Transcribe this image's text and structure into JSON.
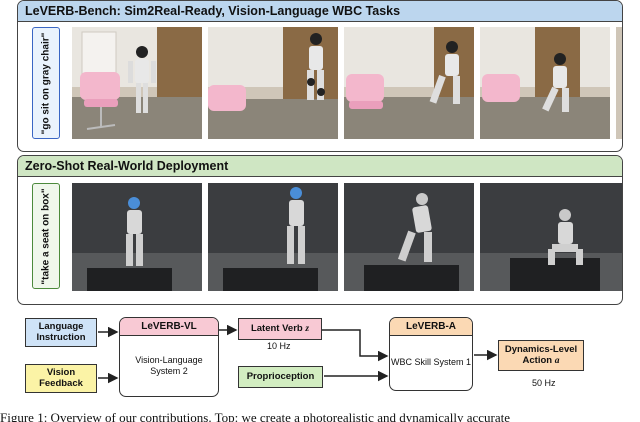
{
  "top_panel": {
    "title": "LeVERB-Bench: Sim2Real-Ready, Vision-Language WBC Tasks",
    "prompt": "\"go sit on gray chair\"",
    "frame_count": 5
  },
  "bottom_panel": {
    "title": "Zero-Shot Real-World Deployment",
    "prompt": "\"take a seat on box\"",
    "frame_count": 4
  },
  "diagram": {
    "language_instruction": "Language Instruction",
    "vision_feedback": "Vision Feedback",
    "leverb_vl_title": "LeVERB-VL",
    "leverb_vl_body": "Vision-Language System 2",
    "latent_verb": "Latent Verb",
    "latent_verb_symbol": "z",
    "freq_vl": "10 Hz",
    "proprioception": "Proprioception",
    "leverb_a_title": "LeVERB-A",
    "leverb_a_body": "WBC Skill System 1",
    "action": "Dynamics-Level Action",
    "action_symbol": "a",
    "freq_a": "50 Hz"
  },
  "caption": "Figure 1: Overview of our contributions. Top: we create a photorealistic and dynamically accurate",
  "colors": {
    "bench_header": "#bcd6ee",
    "deploy_header": "#cfe6c3",
    "language_box": "#cfe3f7",
    "vision_box": "#fbf3a6",
    "leverb_vl_header": "#f8c9d4",
    "latent_box": "#f8c9d4",
    "proprio_box": "#d2edc1",
    "leverb_a_header": "#fbd9b4",
    "action_box": "#fbd9b4"
  }
}
